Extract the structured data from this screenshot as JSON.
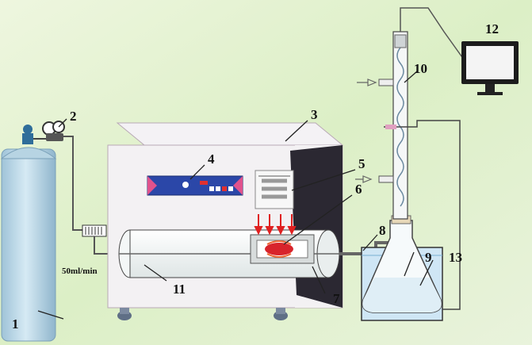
{
  "labels": {
    "n1": "1",
    "n2": "2",
    "n3": "3",
    "n4": "4",
    "n5": "5",
    "n6": "6",
    "n7": "7",
    "n8": "8",
    "n9": "9",
    "n10": "10",
    "n11": "11",
    "n12": "12",
    "n13": "13"
  },
  "flow_rate": "50ml/min",
  "colors": {
    "background_green": "#d9ecc0",
    "cylinder": "#c4dde9",
    "furnace_body": "#f2f0f2",
    "furnace_side": "#2d2a33",
    "control_panel": "#2b47a8",
    "panel_accent": "#e0528c",
    "heater": "#d8242b",
    "water": "#cfe6f5",
    "monitor": "#1c1c1c"
  }
}
